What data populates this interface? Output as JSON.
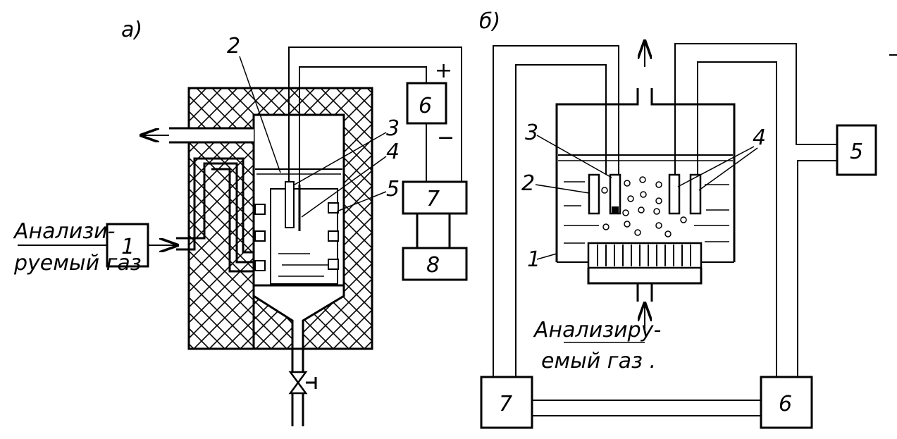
{
  "panel_a": {
    "label": "а)",
    "gas_label_line1": "Анализи-",
    "gas_label_line2": "руемый газ",
    "numbers": [
      "2",
      "3",
      "4",
      "5"
    ],
    "boxes": [
      "1",
      "6",
      "7",
      "8"
    ],
    "plus": "+",
    "minus": "−"
  },
  "panel_b": {
    "label": "б)",
    "gas_label_line1": "Анализиру-",
    "gas_label_line2": "емый газ .",
    "numbers": [
      "3",
      "2",
      "1",
      "4"
    ],
    "boxes": [
      "5",
      "7",
      "6"
    ]
  }
}
